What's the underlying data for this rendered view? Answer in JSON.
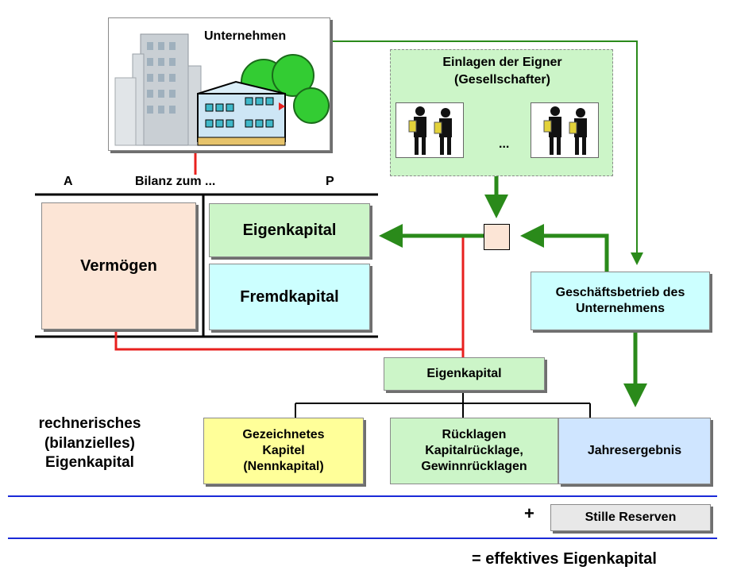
{
  "company": {
    "label": "Unternehmen"
  },
  "owners": {
    "title_line1": "Einlagen der Eigner",
    "title_line2": "(Gesellschafter)",
    "ellipsis": "..."
  },
  "balance": {
    "left_label": "A",
    "title": "Bilanz zum ...",
    "right_label": "P",
    "assets": "Vermögen",
    "equity": "Eigenkapital",
    "debt": "Fremdkapital"
  },
  "operations": {
    "label": "Geschäftsbetrieb des\nUnternehmens"
  },
  "equity_node": {
    "label": "Eigenkapital"
  },
  "components": {
    "subscribed": "Gezeichnetes\nKapitel\n(Nennkapital)",
    "reserves": "Rücklagen\nKapitalrücklage,\nGewinnrücklagen",
    "result": "Jahresergebnis"
  },
  "side_label": "rechnerisches\n(bilanzielles)\nEigenkapital",
  "plus_sign": "+",
  "hidden_reserves": "Stille Reserven",
  "effective": "= effektives Eigenkapital",
  "colors": {
    "green_arrow": "#2a8a1a",
    "red_line": "#e8201e",
    "blue_line": "#1a2ad8",
    "light_green": "#ccf5c8",
    "light_cyan": "#ccffff",
    "light_peach": "#fce5d6",
    "light_yellow": "#ffff99",
    "light_blue": "#cfe5ff"
  }
}
